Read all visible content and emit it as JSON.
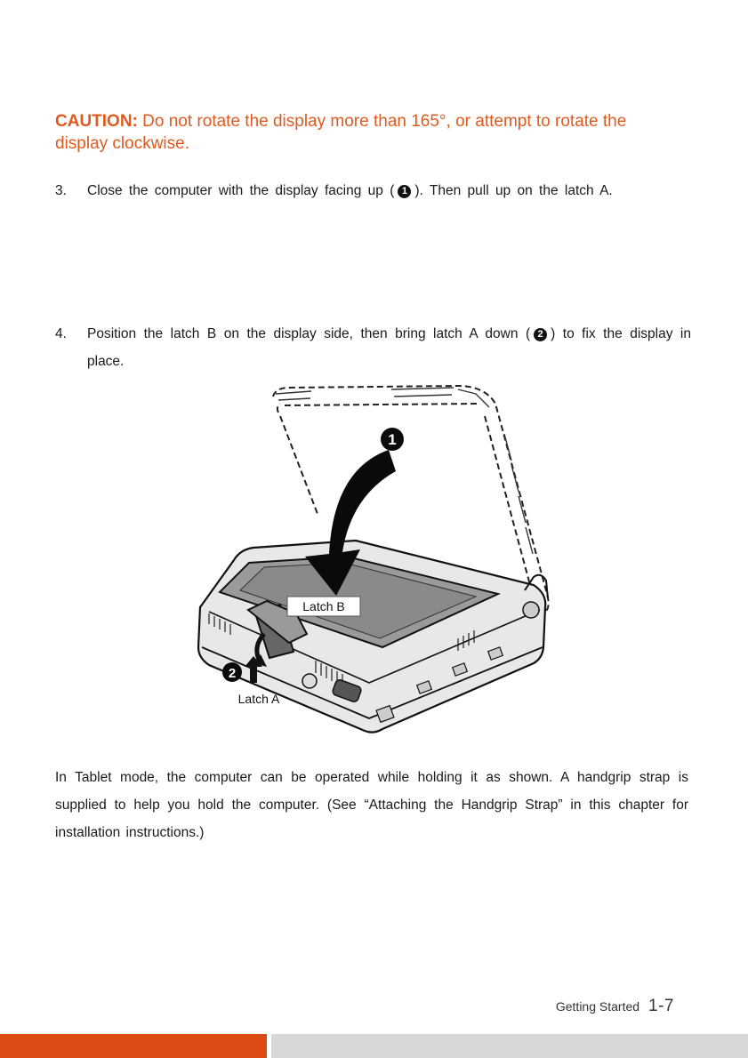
{
  "caution": {
    "lead": "CAUTION:",
    "text": " Do not rotate the display more than 165°, or attempt to rotate the display clockwise."
  },
  "steps": [
    {
      "num": "3.",
      "before": "Close the computer with the display facing up (",
      "marker": "1",
      "after": "). Then pull up on the latch A."
    },
    {
      "num": "4.",
      "before": "Position the latch B on the display side, then bring latch A down (",
      "marker": "2",
      "after": ") to fix the display in place."
    }
  ],
  "figure": {
    "marker1": "1",
    "marker2": "2",
    "latch_b_label": "Latch B",
    "latch_a_label": "Latch A"
  },
  "paragraph": "In Tablet mode, the computer can be operated while holding it as shown. A handgrip strap is supplied to help you hold the computer. (See “Attaching the Handgrip Strap” in this chapter for installation instructions.)",
  "footer": {
    "section": "Getting Started",
    "page": "1-7"
  },
  "colors": {
    "caution": "#e05a1f",
    "footer_bar_accent": "#dd4b14",
    "footer_bar_gray": "#d8d8d8"
  }
}
